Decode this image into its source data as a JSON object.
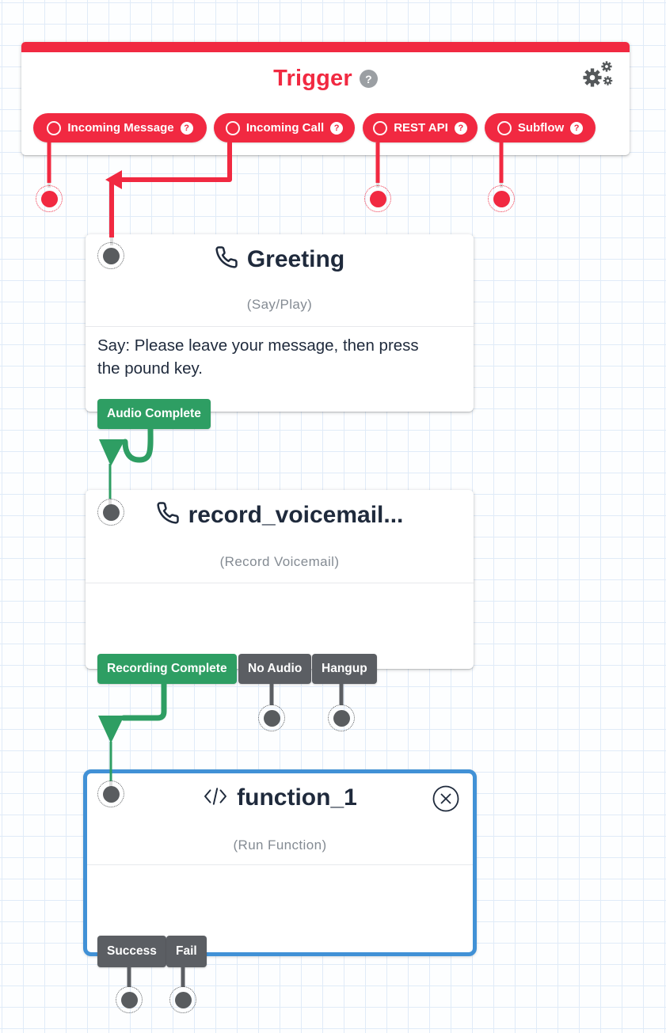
{
  "flow": {
    "trigger": {
      "title": "Trigger",
      "help": "?",
      "pills": [
        {
          "label": "Incoming Message",
          "help": "?"
        },
        {
          "label": "Incoming Call",
          "help": "?"
        },
        {
          "label": "REST API",
          "help": "?"
        },
        {
          "label": "Subflow",
          "help": "?"
        }
      ]
    },
    "widgets": [
      {
        "name": "Greeting",
        "type_label": "(Say/Play)",
        "icon": "phone-icon",
        "body": "Say: Please leave your message, then press the pound key.",
        "transitions": [
          {
            "label": "Audio Complete",
            "state": "connected"
          }
        ]
      },
      {
        "name": "record_voicemail...",
        "type_label": "(Record Voicemail)",
        "icon": "phone-icon",
        "body": "",
        "transitions": [
          {
            "label": "Recording Complete",
            "state": "connected"
          },
          {
            "label": "No Audio",
            "state": "unconnected"
          },
          {
            "label": "Hangup",
            "state": "unconnected"
          }
        ]
      },
      {
        "name": "function_1",
        "type_label": "(Run Function)",
        "icon": "code-icon",
        "selected": true,
        "body": "",
        "transitions": [
          {
            "label": "Success",
            "state": "unconnected"
          },
          {
            "label": "Fail",
            "state": "unconnected"
          }
        ]
      }
    ],
    "colors": {
      "accent_red": "#f12941",
      "success_green": "#2e9e63",
      "neutral_gray": "#5b5e63",
      "selected_blue": "#4191d6",
      "title_navy": "#1f2a3c"
    }
  }
}
